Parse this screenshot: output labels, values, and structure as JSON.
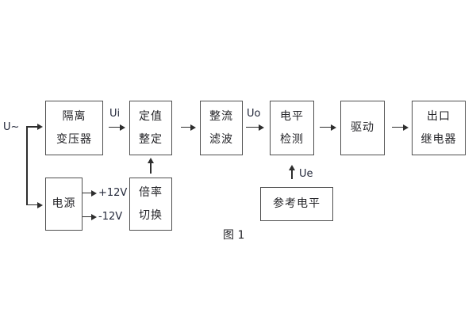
{
  "figure": {
    "caption": "图 1",
    "source_label": "U~",
    "signals": {
      "ui": "Ui",
      "uo": "Uo",
      "ue": "Ue",
      "pos_rail": "+12V",
      "neg_rail": "-12V"
    },
    "blocks": {
      "isolation_transformer": {
        "line1": "隔离",
        "line2": "变压器"
      },
      "value_setting": {
        "line1": "定值",
        "line2": "整定"
      },
      "rectify_filter": {
        "line1": "整流",
        "line2": "滤波"
      },
      "level_detect": {
        "line1": "电平",
        "line2": "检测"
      },
      "drive": {
        "label": "驱动"
      },
      "output_relay": {
        "line1": "出口",
        "line2": "继电器"
      },
      "power_supply": {
        "label": "电源"
      },
      "ratio_switch": {
        "line1": "倍率",
        "line2": "切换"
      },
      "reference_level": {
        "label": "参考电平"
      }
    },
    "colors": {
      "background": "#ffffff",
      "box_border": "#4f4f4f",
      "line_ink": "#2e2e2e",
      "text_ink": "#242428"
    }
  }
}
